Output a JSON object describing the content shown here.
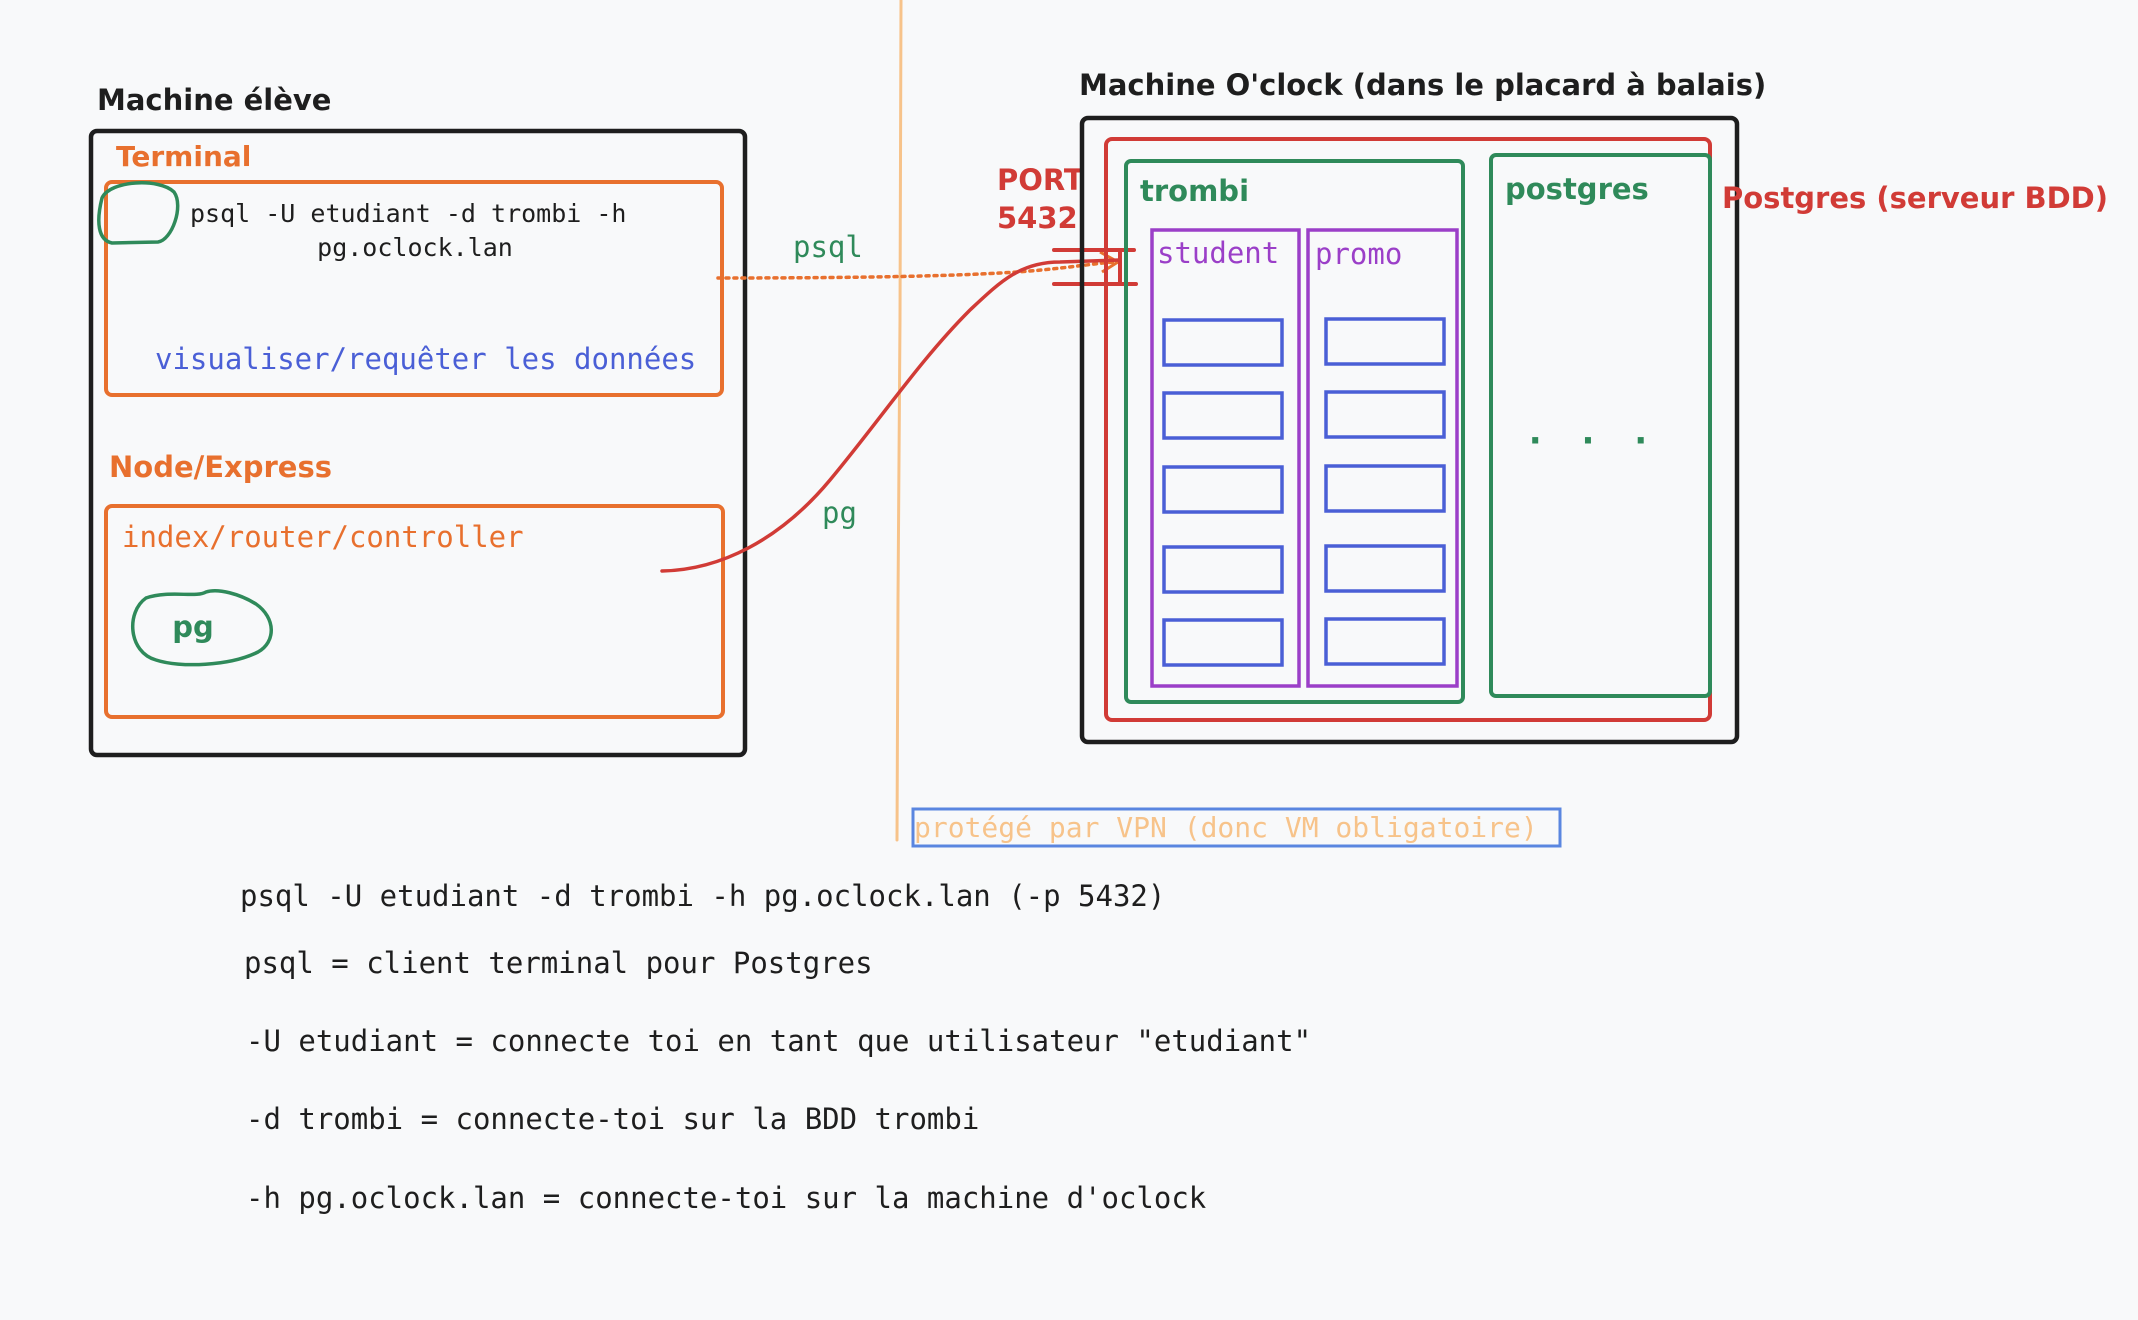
{
  "colors": {
    "background": "#f8f9fa",
    "black": "#1e1e1e",
    "orange": "#e8702e",
    "green": "#2f8a5a",
    "red": "#d13b36",
    "purple": "#9b3fc8",
    "blue": "#4a5fd6",
    "peach": "#f7c38a",
    "vpn_box": "#5a86e0",
    "dots_orange": "#e8702e"
  },
  "student_machine": {
    "title": "Machine élève",
    "terminal": {
      "label": "Terminal",
      "command_line1": "psql -U etudiant -d trombi -h",
      "command_line2": "pg.oclock.lan",
      "purpose": "visualiser/requêter les données"
    },
    "node": {
      "label": "Node/Express",
      "files": "index/router/controller",
      "lib": "pg"
    }
  },
  "connections": {
    "psql_label": "psql",
    "pg_label": "pg",
    "port_label_line1": "PORT",
    "port_label_line2": "5432"
  },
  "server_machine": {
    "title": "Machine O'clock (dans le placard à balais)",
    "postgres_label": "Postgres (serveur BDD)",
    "db_trombi": "trombi",
    "table_student": "student",
    "table_promo": "promo",
    "db_postgres": "postgres",
    "more": "· · ·"
  },
  "vpn": {
    "label": "protégé par VPN (donc VM obligatoire)"
  },
  "notes": [
    "psql -U etudiant -d trombi -h pg.oclock.lan (-p 5432)",
    "psql = client terminal pour Postgres",
    "-U etudiant = connecte toi en tant que utilisateur \"etudiant\"",
    "-d trombi = connecte-toi sur la BDD trombi",
    "-h pg.oclock.lan = connecte-toi sur la machine d'oclock"
  ]
}
